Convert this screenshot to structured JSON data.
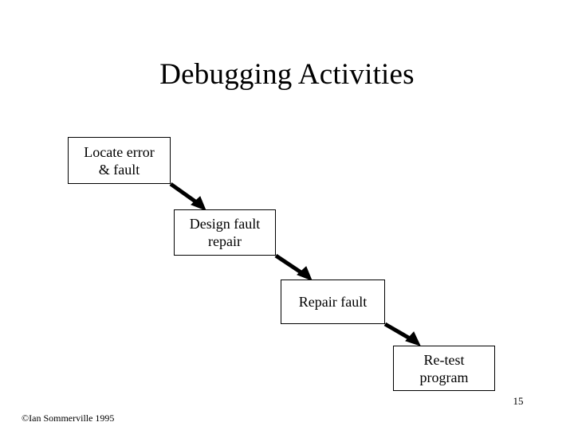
{
  "slide": {
    "title": "Debugging Activities",
    "page_number": "15",
    "copyright": "©Ian Sommerville 1995",
    "background_color": "#ffffff",
    "text_color": "#000000"
  },
  "diagram": {
    "type": "flow",
    "line_color": "#000000",
    "box_fill": "#ffffff",
    "boxes": [
      {
        "id": "locate-error-fault",
        "line1": "Locate error",
        "line2": "& fault",
        "text": "Locate error & fault"
      },
      {
        "id": "design-fault-repair",
        "line1": "Design fault",
        "line2": "repair",
        "text": "Design fault repair"
      },
      {
        "id": "repair-fault",
        "line1": "Repair fault",
        "line2": "",
        "text": "Repair fault"
      },
      {
        "id": "re-test-program",
        "line1": "Re-test",
        "line2": "program",
        "text": "Re-test program"
      }
    ],
    "arrows": [
      {
        "from": "locate-error-fault",
        "to": "design-fault-repair"
      },
      {
        "from": "design-fault-repair",
        "to": "repair-fault"
      },
      {
        "from": "repair-fault",
        "to": "re-test-program"
      }
    ]
  }
}
